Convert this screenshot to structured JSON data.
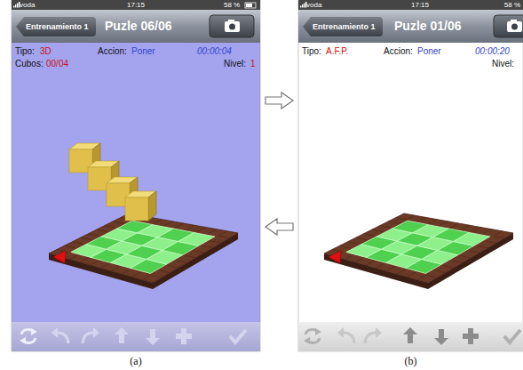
{
  "diagram": {
    "nodes": [
      {
        "text": [
          "(a)"
        ]
      },
      {
        "text": [
          "Entrenamiento 1"
        ],
        "in": 0
      },
      {
        "text": [
          "(b)"
        ]
      },
      {
        "text": [
          "Entrenamiento 1"
        ],
        "in": 2
      }
    ],
    "edges": [
      {
        "from": 0,
        "to": 2,
        "arrow": "to"
      },
      {
        "from": 2,
        "to": 0,
        "arrow": "to"
      }
    ],
    "labels": [
      "voda",
      "17:15",
      "58 %",
      "Puzle 06/06",
      "Tipo:",
      "3D",
      "Accion:",
      "Poner",
      "00:00:04",
      "Cubos:",
      "00/04",
      "Nivel:",
      "1",
      "voda",
      "17:15",
      "58 %",
      "Puzle 01/06",
      "Tipo:",
      "A.F.P.",
      "Accion:",
      "Poner",
      "00:00:20",
      "Nivel:"
    ]
  }
}
